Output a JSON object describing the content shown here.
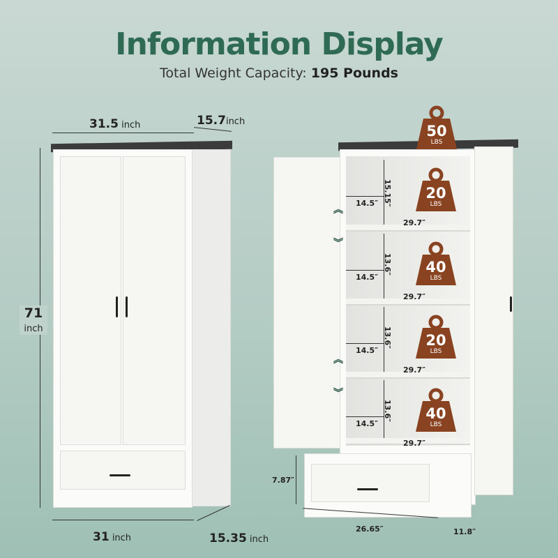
{
  "header": {
    "title": "Information Display",
    "subtitle_label": "Total Weight Capacity:",
    "subtitle_value": "195 Pounds"
  },
  "left_cabinet": {
    "width": {
      "value": "31.5",
      "unit": "inch"
    },
    "depth": {
      "value": "15.7",
      "unit": "inch"
    },
    "height": {
      "value": "71",
      "unit": "inch"
    },
    "base_width": {
      "value": "31",
      "unit": "inch"
    },
    "base_depth": {
      "value": "15.35",
      "unit": "inch"
    }
  },
  "right_cabinet": {
    "top_weight": {
      "value": "50",
      "unit": "LBS"
    },
    "compartments": [
      {
        "depth": "14.5″",
        "height": "15.15″",
        "width": "29.7″",
        "weight": "20",
        "unit": "LBS"
      },
      {
        "depth": "14.5″",
        "height": "13.6″",
        "width": "29.7″",
        "weight": "40",
        "unit": "LBS"
      },
      {
        "depth": "14.5″",
        "height": "13.6″",
        "width": "29.7″",
        "weight": "20",
        "unit": "LBS"
      },
      {
        "depth": "14.5″",
        "height": "13.6″",
        "width": "29.7″",
        "weight": "40",
        "unit": "LBS"
      }
    ],
    "drawer": {
      "height": "7.87″",
      "width": "26.65″",
      "depth": "11.8″"
    }
  },
  "colors": {
    "title": "#2f6a55",
    "weight_badge": "#8a4320",
    "background": "#b2cbc3"
  }
}
